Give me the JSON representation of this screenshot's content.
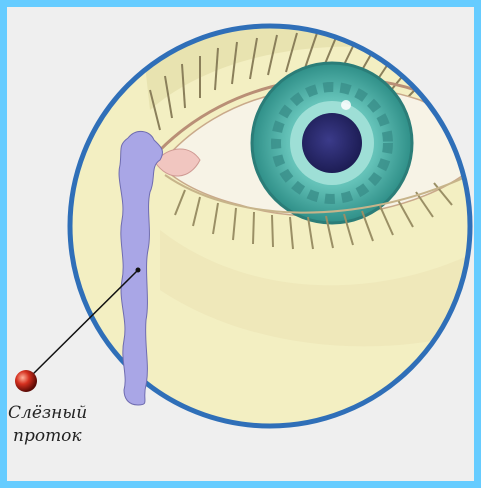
{
  "label": {
    "line1": "Слёзный",
    "line2": "проток"
  },
  "colors": {
    "border": "#66ccff",
    "background": "#efefef",
    "circle_fill": "#f3efc2",
    "circle_stroke": "#2f6fb8",
    "iris": "#4fb0a8",
    "pupil": "#2a2a6e",
    "duct": "#a9a6e6",
    "pointer": "#c0201a"
  },
  "icons": [
    "eye-illustration",
    "tear-duct-shape",
    "pointer-dot"
  ]
}
